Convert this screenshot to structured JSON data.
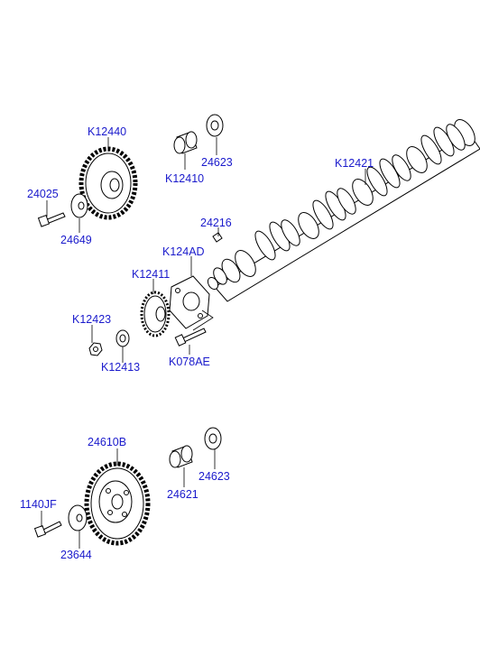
{
  "colors": {
    "label": "#1a1acc",
    "line": "#000000"
  },
  "labels": {
    "k12440": "K12440",
    "k12410": "K12410",
    "n24623_top": "24623",
    "k12421": "K12421",
    "n24025": "24025",
    "n24649": "24649",
    "n24216": "24216",
    "k124ad": "K124AD",
    "k12411": "K12411",
    "k12423": "K12423",
    "k12413": "K12413",
    "k078ae": "K078AE",
    "n24610b": "24610B",
    "n24621": "24621",
    "n24623_bottom": "24623",
    "j1140jf": "1140JF",
    "n23644": "23644"
  }
}
